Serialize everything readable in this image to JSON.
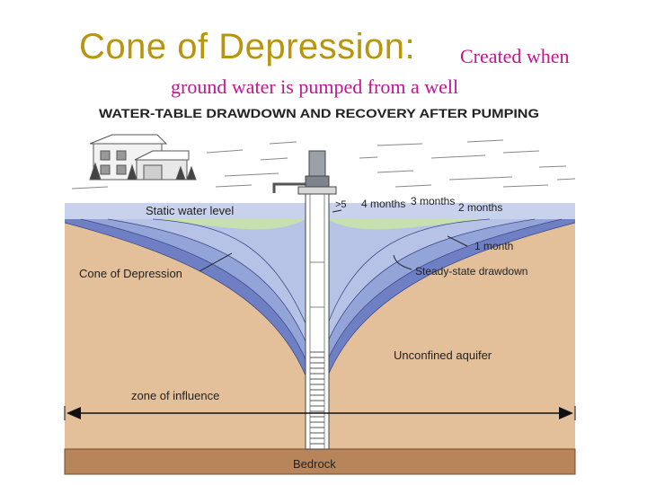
{
  "slide": {
    "title": "Cone of Depression:",
    "subtitle_line1": "Created when",
    "subtitle_line2": "ground water is pumped from a well"
  },
  "diagram": {
    "header": "WATER-TABLE DRAWDOWN AND RECOVERY AFTER PUMPING",
    "labels": {
      "static_water_level": "Static water level",
      "gt5": ">5",
      "four_months": "4 months",
      "three_months": "3 months",
      "two_months": "2 months",
      "one_month": "1 month",
      "cone_of_depression": "Cone of Depression",
      "steady_state": "Steady-state drawdown",
      "unconfined_aquifer": "Unconfined aquifer",
      "zone_of_influence": "zone of influence",
      "bedrock": "Bedrock"
    },
    "colors": {
      "aquifer": "#e3c09a",
      "bedrock": "#b8855a",
      "water_blue_dark": "#6f7fc4",
      "water_blue_mid": "#93a4d8",
      "water_blue_light": "#b6c3e6",
      "water_green": "#c6e0b0",
      "sky_band": "#c9d2ec"
    }
  }
}
